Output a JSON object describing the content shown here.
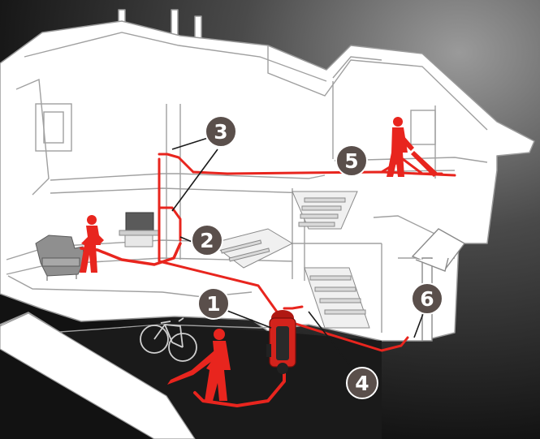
{
  "callouts": [
    {
      "id": "1",
      "label": "1"
    },
    {
      "id": "2",
      "label": "2"
    },
    {
      "id": "3",
      "label": "3"
    },
    {
      "id": "4",
      "label": "4"
    },
    {
      "id": "5",
      "label": "5"
    },
    {
      "id": "6",
      "label": "6"
    }
  ],
  "colors": {
    "background_dark": "#161616",
    "background_light": "#8f8f8f",
    "house_fill": "#ffffff",
    "house_line": "#9a9a9a",
    "pipe_red": "#e8251e",
    "badge_fill": "#5a4f4b",
    "badge_stroke": "#ffffff"
  },
  "icons": [
    "house-cutaway",
    "central-vacuum-unit",
    "person-vacuuming-icon",
    "armchair-icon",
    "bicycle-icon",
    "television-icon",
    "exhaust-vent-icon"
  ]
}
